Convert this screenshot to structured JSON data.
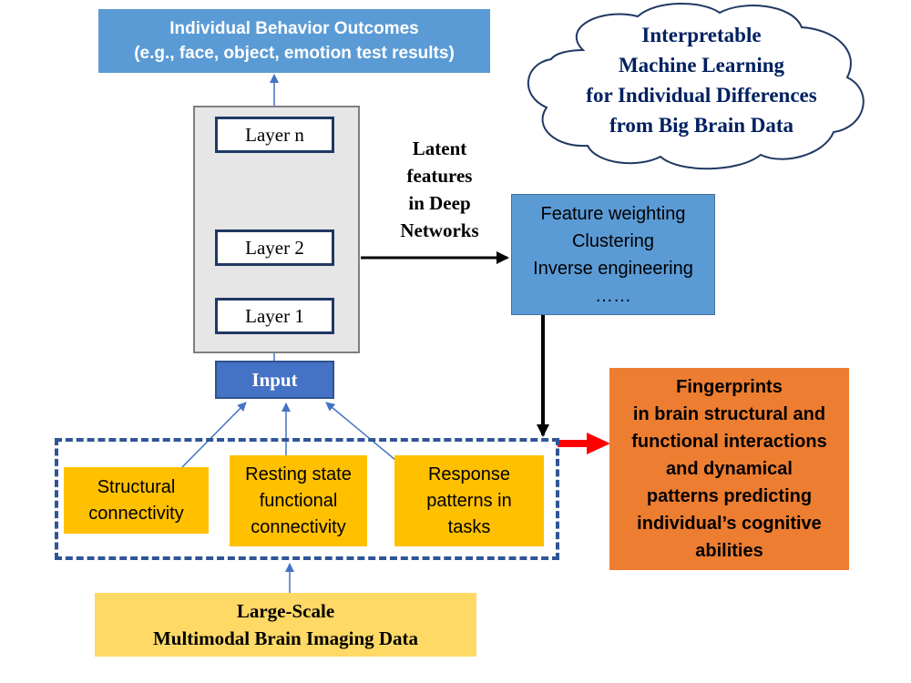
{
  "cloud": {
    "lines": [
      "Interpretable",
      "Machine Learning",
      "for Individual Differences",
      "from Big Brain Data"
    ]
  },
  "outcomes": {
    "line1": "Individual Behavior Outcomes",
    "line2": "(e.g., face, object, emotion test results)"
  },
  "network": {
    "layer_n": "Layer n",
    "layer_2": "Layer 2",
    "layer_1": "Layer 1",
    "input": "Input"
  },
  "latent": {
    "lines": [
      "Latent",
      "features",
      "in Deep",
      "Networks"
    ]
  },
  "methods": {
    "lines": [
      "Feature weighting",
      "Clustering",
      "Inverse engineering",
      "……"
    ]
  },
  "modalities": [
    {
      "lines": [
        "Structural",
        "connectivity"
      ]
    },
    {
      "lines": [
        "Resting state",
        "functional",
        "connectivity"
      ]
    },
    {
      "lines": [
        "Response",
        "patterns in",
        "tasks"
      ]
    }
  ],
  "data_source": {
    "line1": "Large-Scale",
    "line2": "Multimodal Brain Imaging Data"
  },
  "fingerprints": {
    "lines": [
      "Fingerprints",
      "in brain structural and",
      "functional interactions",
      "and dynamical",
      "patterns predicting",
      "individual’s cognitive",
      "abilities"
    ]
  },
  "colors": {
    "outcomes_fill": "#5b9bd5",
    "input_fill": "#4472c4",
    "modality_fill": "#ffc000",
    "data_fill": "#ffd966",
    "fingerprint_fill": "#ed7d31",
    "cloud_text": "#002060",
    "highlight_arrow": "#ff0000"
  }
}
